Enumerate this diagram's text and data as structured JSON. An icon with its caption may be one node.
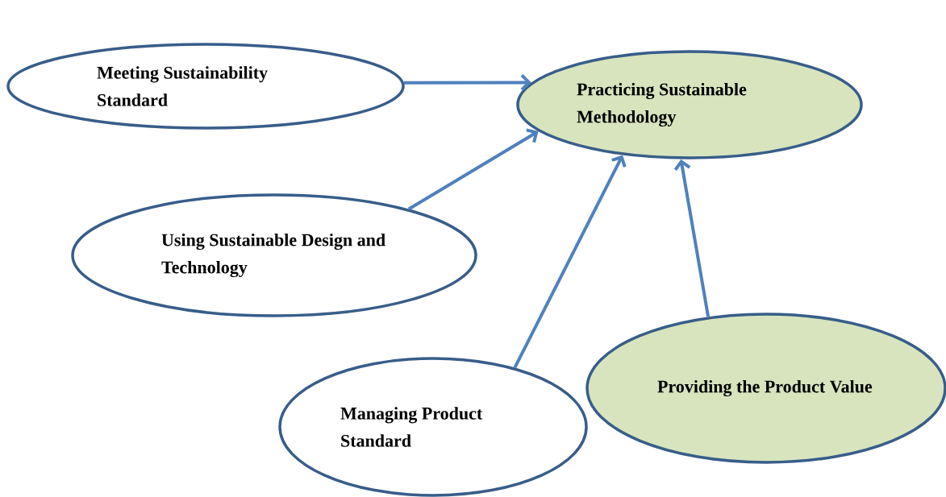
{
  "diagram": {
    "nodes": [
      {
        "text": [
          "Meeting Sustainability Standard"
        ]
      },
      {
        "text": [
          "Practicing Sustainable Methodology"
        ]
      },
      {
        "text": [
          "Using Sustainable Design and Technology"
        ]
      },
      {
        "text": [
          "Managing Product Standard"
        ]
      },
      {
        "text": [
          "Providing the Product Value"
        ]
      }
    ],
    "edges": [
      {
        "from": 0,
        "to": 1,
        "arrow": "to"
      },
      {
        "from": 2,
        "to": 1,
        "arrow": "to"
      },
      {
        "from": 3,
        "to": 1,
        "arrow": "to"
      },
      {
        "from": 4,
        "to": 1,
        "arrow": "to"
      }
    ]
  }
}
